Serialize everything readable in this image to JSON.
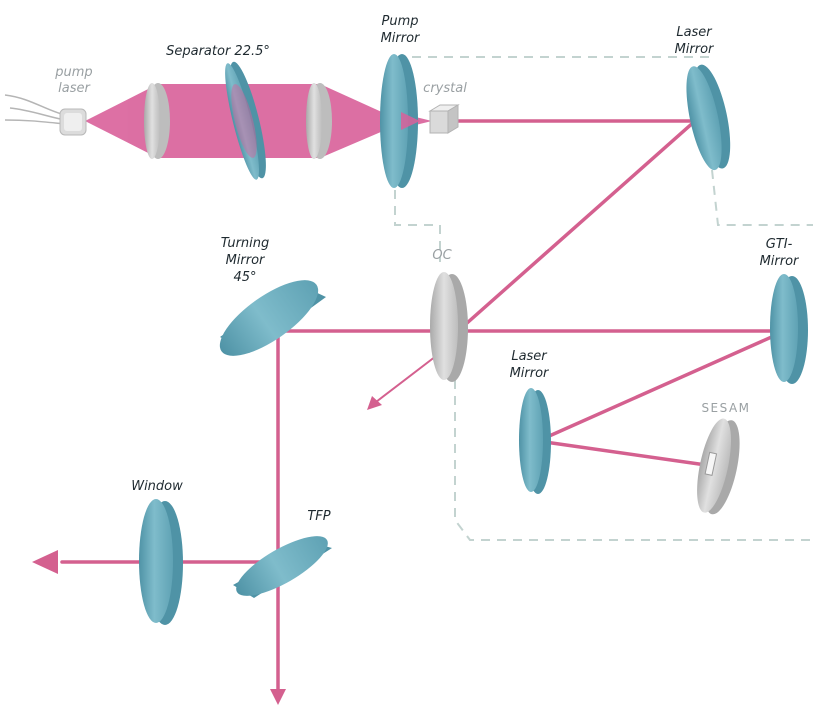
{
  "labels": {
    "pump_laser": [
      "pump",
      "laser"
    ],
    "separator": "Separator 22.5°",
    "pump_mirror": [
      "Pump",
      "Mirror"
    ],
    "crystal": "crystal",
    "laser_mirror_top": [
      "Laser",
      "Mirror"
    ],
    "turning_mirror": [
      "Turning",
      "Mirror",
      "45°"
    ],
    "oc": "OC",
    "gti_mirror": [
      "GTI-",
      "Mirror"
    ],
    "laser_mirror_mid": [
      "Laser",
      "Mirror"
    ],
    "sesam": "SESAM",
    "window": "Window",
    "tfp": "TFP"
  },
  "colors": {
    "beam": "#d4608f",
    "pump_beam": "#d9609a",
    "optic_blue": "#6fb1c3",
    "optic_blue_dark": "#4f93a6",
    "optic_gray": "#cfcfcf",
    "optic_gray_dark": "#a9a9a9",
    "dashed_outline": "#c3d3d0",
    "label_dark": "#1f2a30",
    "label_gray": "#9aa0a3"
  }
}
